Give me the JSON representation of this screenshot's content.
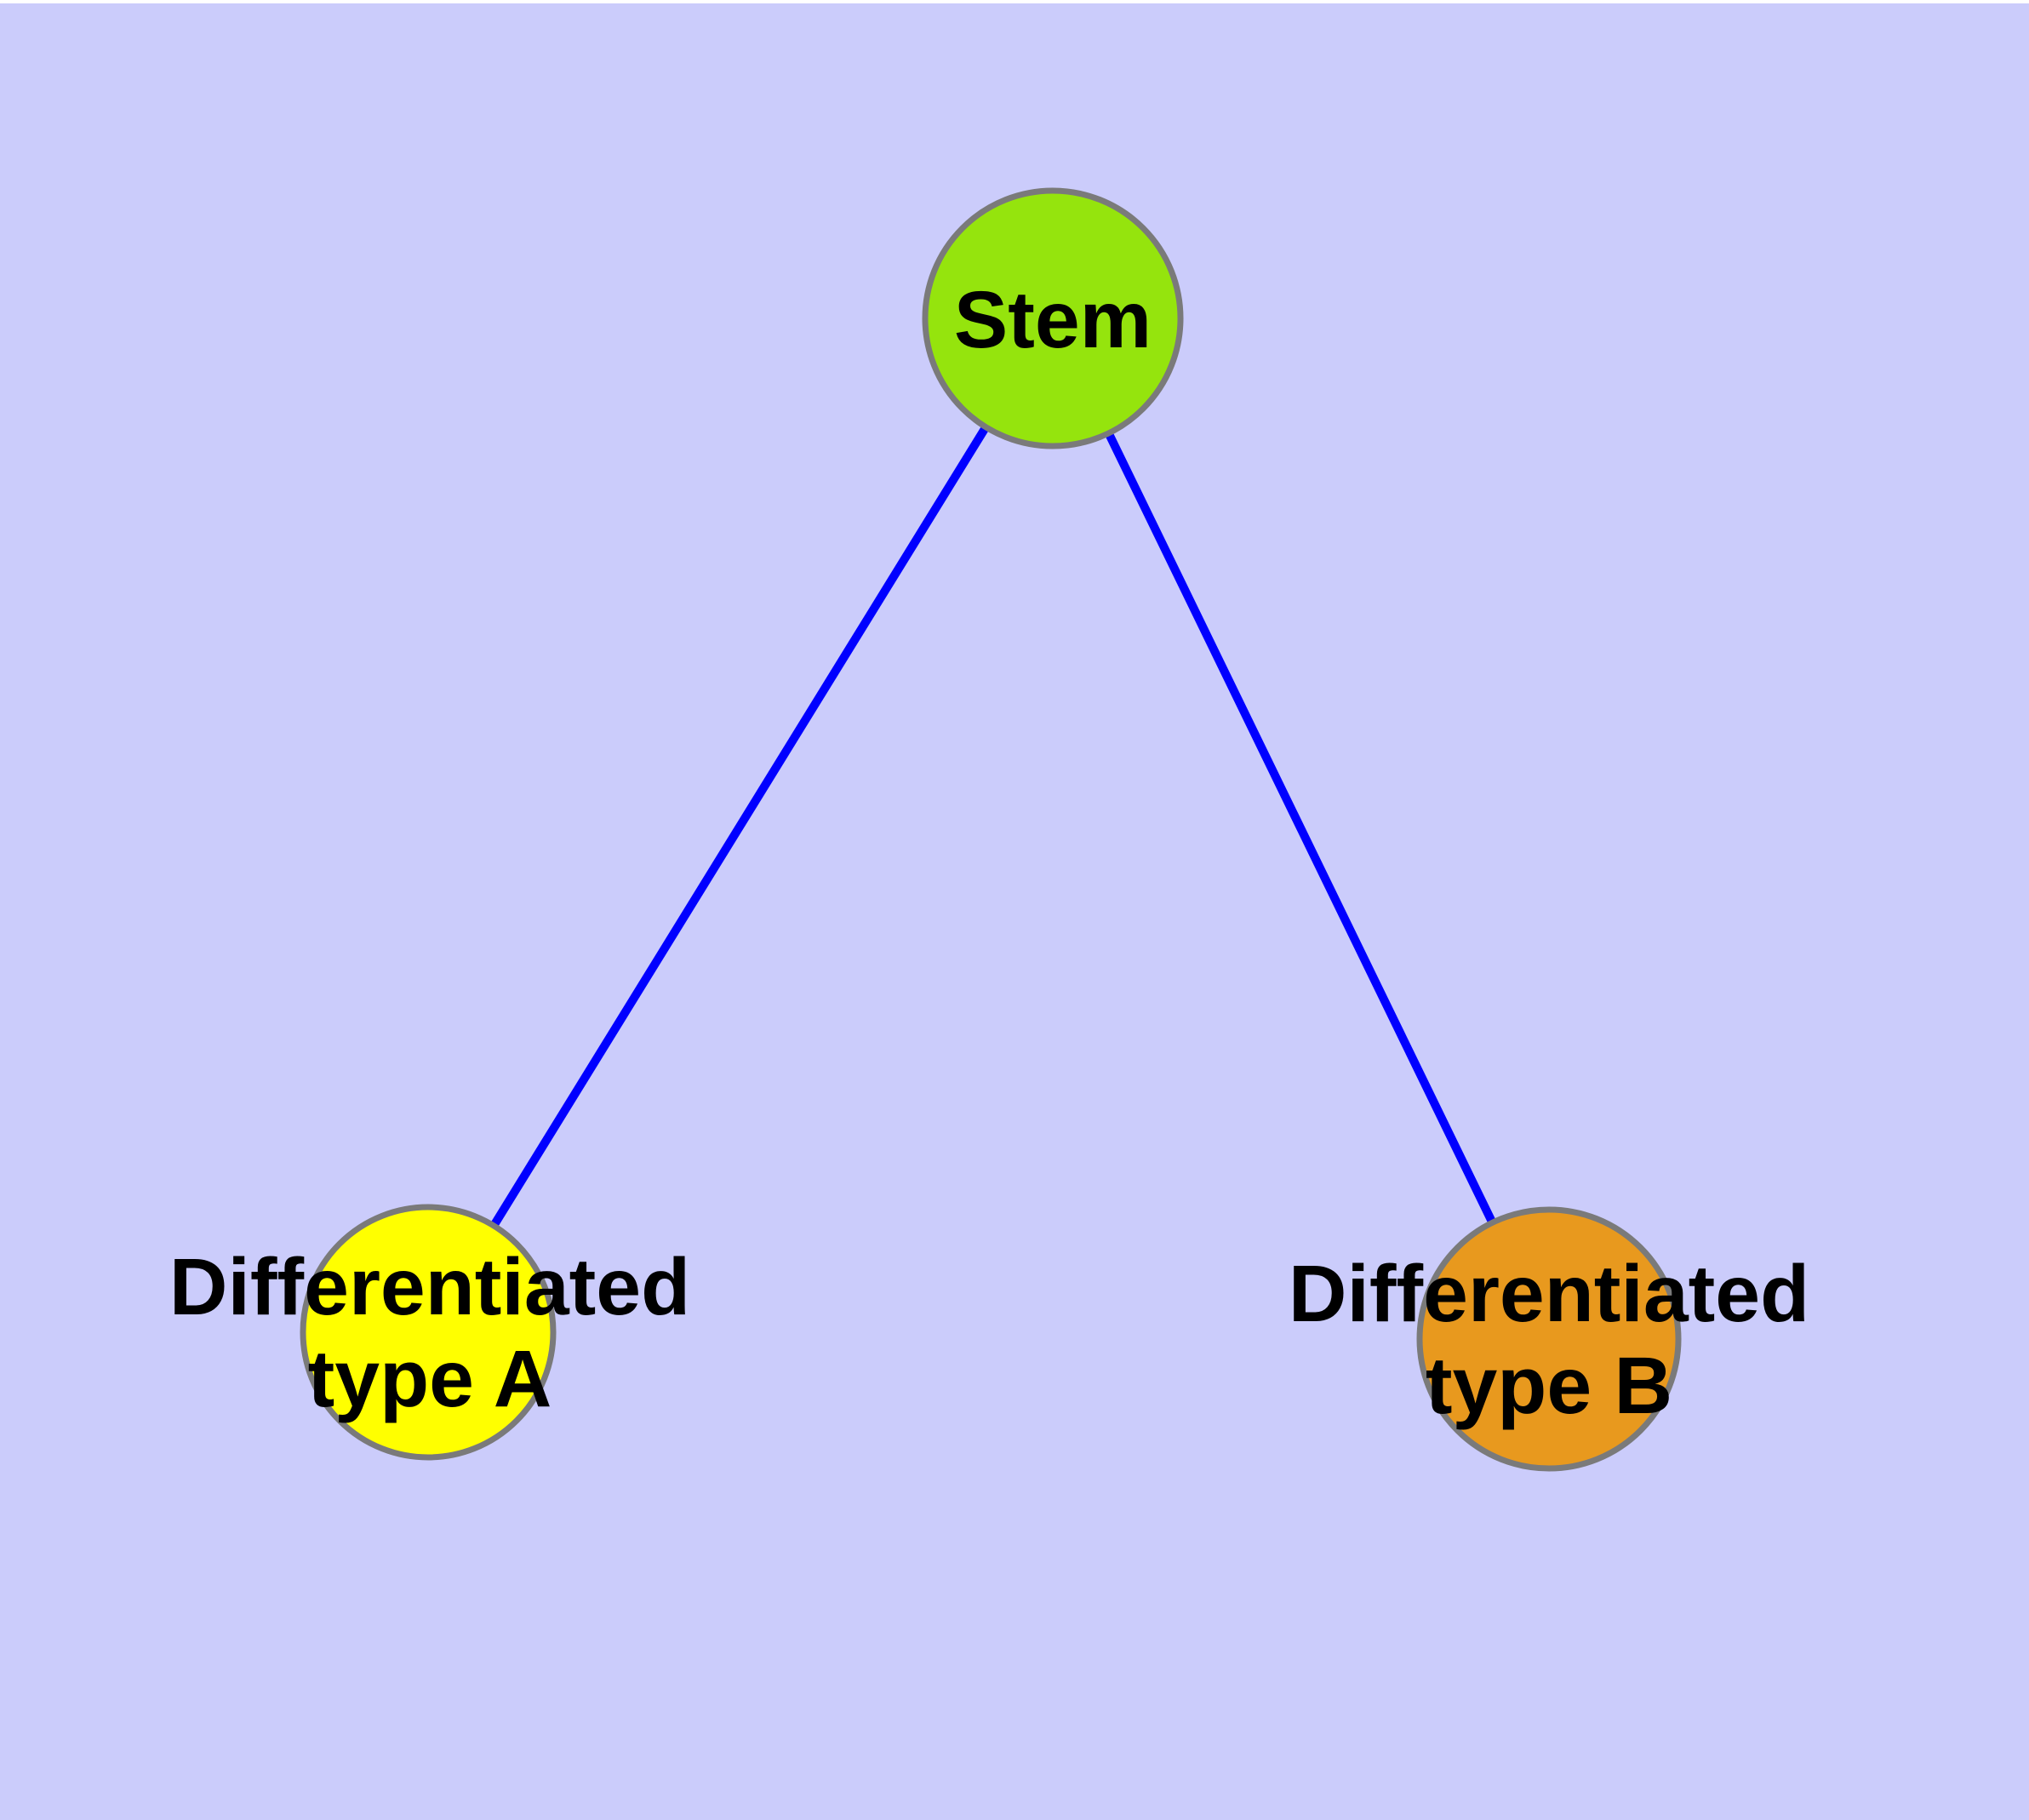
{
  "canvas": {
    "background_color": "#CBCCFB",
    "top_margin_color": "#FFFFFF"
  },
  "edges": {
    "color": "#0000FF",
    "items": [
      {
        "name": "stem-to-type-a",
        "from": "stem",
        "to": "type_a"
      },
      {
        "name": "stem-to-type-b",
        "from": "stem",
        "to": "type_b"
      }
    ]
  },
  "nodes": {
    "stem": {
      "label": "Stem",
      "fill_color": "#95E40D",
      "border_color": "#7A7A7A",
      "text_color": "#000000"
    },
    "type_a": {
      "label_line1": "Differentiated",
      "label_line2": "type A",
      "fill_color": "#FFFF00",
      "border_color": "#7A7A7A",
      "text_color": "#000000"
    },
    "type_b": {
      "label_line1": "Differentiated",
      "label_line2": "type B",
      "fill_color": "#E8991E",
      "border_color": "#7A7A7A",
      "text_color": "#000000"
    }
  }
}
